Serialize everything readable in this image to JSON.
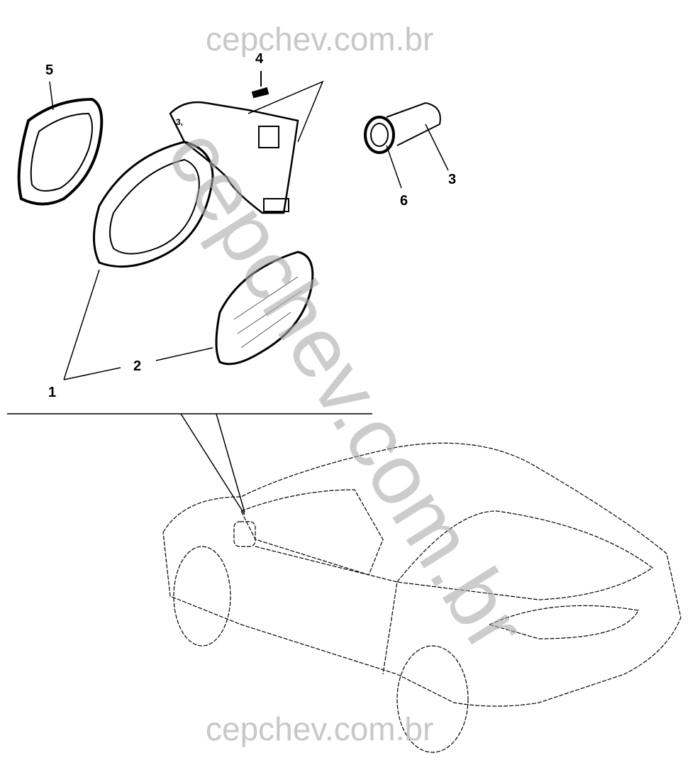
{
  "watermark": {
    "top": "cepchev.com.br",
    "bottom": "cepchev.com.br",
    "diagonal": "cepchev.com.br"
  },
  "callouts": [
    {
      "id": "1",
      "label": "1"
    },
    {
      "id": "2",
      "label": "2"
    },
    {
      "id": "3",
      "label": "3"
    },
    {
      "id": "4",
      "label": "4"
    },
    {
      "id": "5",
      "label": "5"
    },
    {
      "id": "6",
      "label": "6"
    }
  ],
  "small_mark": "3,"
}
